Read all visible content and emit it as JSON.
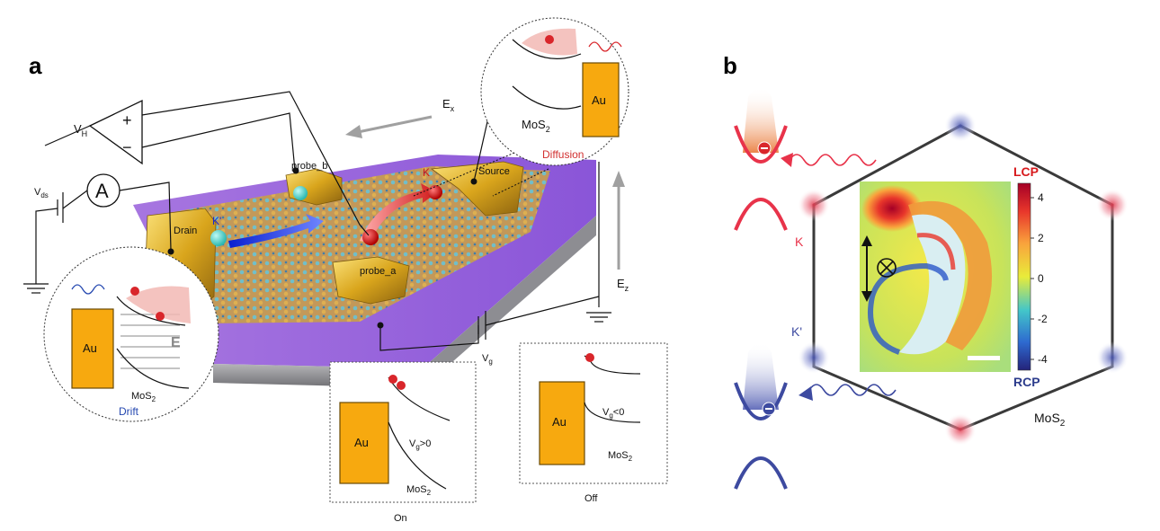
{
  "panel_a": {
    "letter": "a",
    "circuit": {
      "vh": "V",
      "vh_sub": "H",
      "plus": "+",
      "minus": "−",
      "vds": "V",
      "vds_sub": "ds",
      "ammeter": "A",
      "vg": "V",
      "vg_sub": "g"
    },
    "device": {
      "ex": "E",
      "ex_sub": "x",
      "ez": "E",
      "ez_sub": "z",
      "probe_b": "probe_b",
      "probe_a": "probe_a",
      "source": "Source",
      "drain": "Drain",
      "k": "K",
      "k_prime": "K'"
    },
    "insets": {
      "diffusion": {
        "au": "Au",
        "mos2": "MoS",
        "mos2_sub": "2",
        "title": "Diffusion"
      },
      "drift": {
        "au": "Au",
        "e": "E",
        "mos2": "MoS",
        "mos2_sub": "2",
        "title": "Drift"
      },
      "on": {
        "au": "Au",
        "vg": "V",
        "vg_sub": "g",
        "vg_cond": ">0",
        "mos2": "MoS",
        "mos2_sub": "2",
        "caption": "On"
      },
      "off": {
        "au": "Au",
        "vg": "V",
        "vg_sub": "g",
        "vg_cond": "<0",
        "mos2": "MoS",
        "mos2_sub": "2",
        "caption": "Off"
      }
    }
  },
  "panel_b": {
    "letter": "b",
    "k": "K",
    "k_prime": "K'",
    "mos2": "MoS",
    "mos2_sub": "2",
    "colorbar": {
      "top_label": "LCP",
      "bottom_label": "RCP",
      "ticks": [
        "4",
        "2",
        "0",
        "-2",
        "-4"
      ],
      "top_color": "#d7191c",
      "bottom_color": "#2c3c8c"
    },
    "valley_colors": {
      "K": "#e8334a",
      "K_prime": "#3d4aa0"
    }
  }
}
